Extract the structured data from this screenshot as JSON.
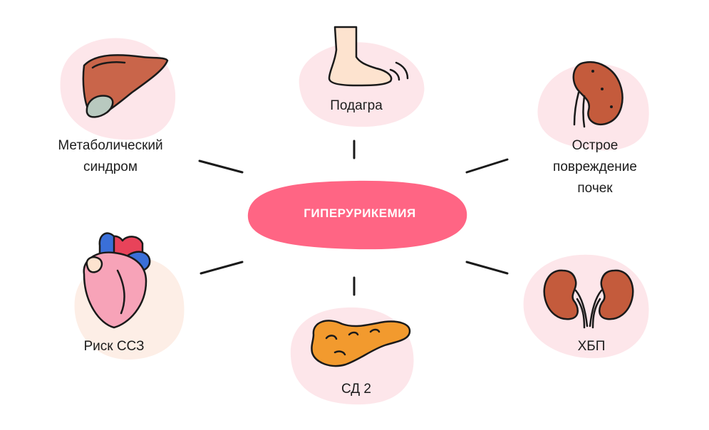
{
  "center": {
    "label": "ГИПЕРУРИКЕМИЯ",
    "color": "#ff6584"
  },
  "nodes": [
    {
      "id": "gout",
      "label": "Подагра",
      "icon": "foot-icon"
    },
    {
      "id": "metabolic",
      "line1": "Метаболический",
      "line2": "синдром",
      "icon": "liver-icon"
    },
    {
      "id": "aki",
      "line1": "Острое",
      "line2": "повреждение",
      "line3": "почек",
      "icon": "kidney-icon"
    },
    {
      "id": "cvd",
      "label": "Риск ССЗ",
      "icon": "heart-icon"
    },
    {
      "id": "diabetes",
      "label": "СД 2",
      "icon": "pancreas-icon"
    },
    {
      "id": "ckd",
      "label": "ХБП",
      "icon": "kidneys-icon"
    }
  ],
  "colors": {
    "blob_pink": "#fde6ea",
    "blob_peach": "#fdeee6",
    "organ_brown": "#c45b3c",
    "liver_brown": "#c9654a",
    "pancreas_orange": "#f29a2e",
    "heart_pink": "#f7a3b8",
    "heart_blue": "#3a6fd8",
    "heart_red": "#e8435a",
    "skin": "#fde3cf"
  }
}
